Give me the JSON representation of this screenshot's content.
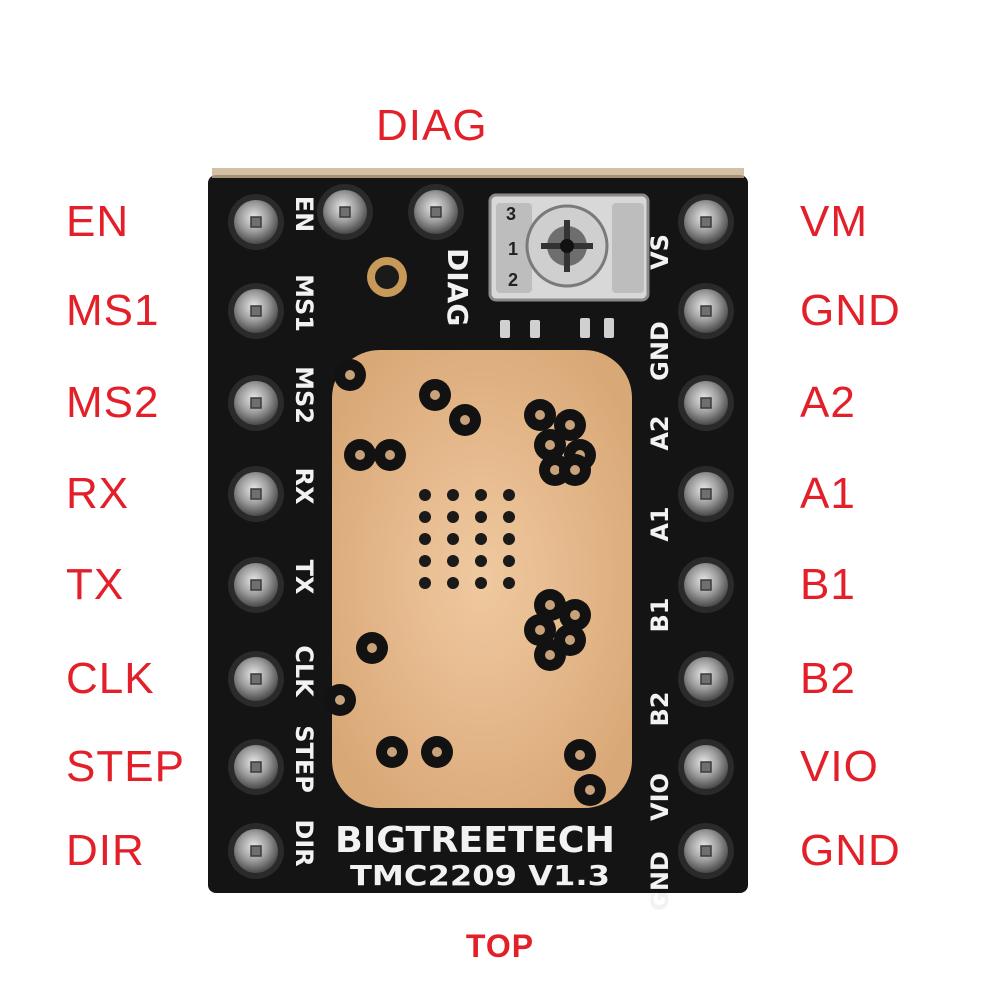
{
  "labels": {
    "diag": "DIAG",
    "top": "TOP",
    "left": [
      "EN",
      "MS1",
      "MS2",
      "RX",
      "TX",
      "CLK",
      "STEP",
      "DIR"
    ],
    "right": [
      "VM",
      "GND",
      "A2",
      "A1",
      "B1",
      "B2",
      "VIO",
      "GND"
    ]
  },
  "board": {
    "silk_left": [
      "EN",
      "MS1",
      "MS2",
      "RX",
      "TX",
      "CLK",
      "STEP",
      "DIR"
    ],
    "silk_right": [
      "VS",
      "GND",
      "A2",
      "A1",
      "B1",
      "B2",
      "VIO",
      "GND"
    ],
    "silk_diag": "DIAG",
    "pot_marks": [
      "3",
      "1",
      "2"
    ],
    "brand": "BIGTREETECH",
    "model": "TMC2209 V1.3"
  },
  "colors": {
    "label": "#e3202a",
    "board": "#141414",
    "heatsink_pad": "#e2b487",
    "silkscreen": "#f2f2f2"
  }
}
